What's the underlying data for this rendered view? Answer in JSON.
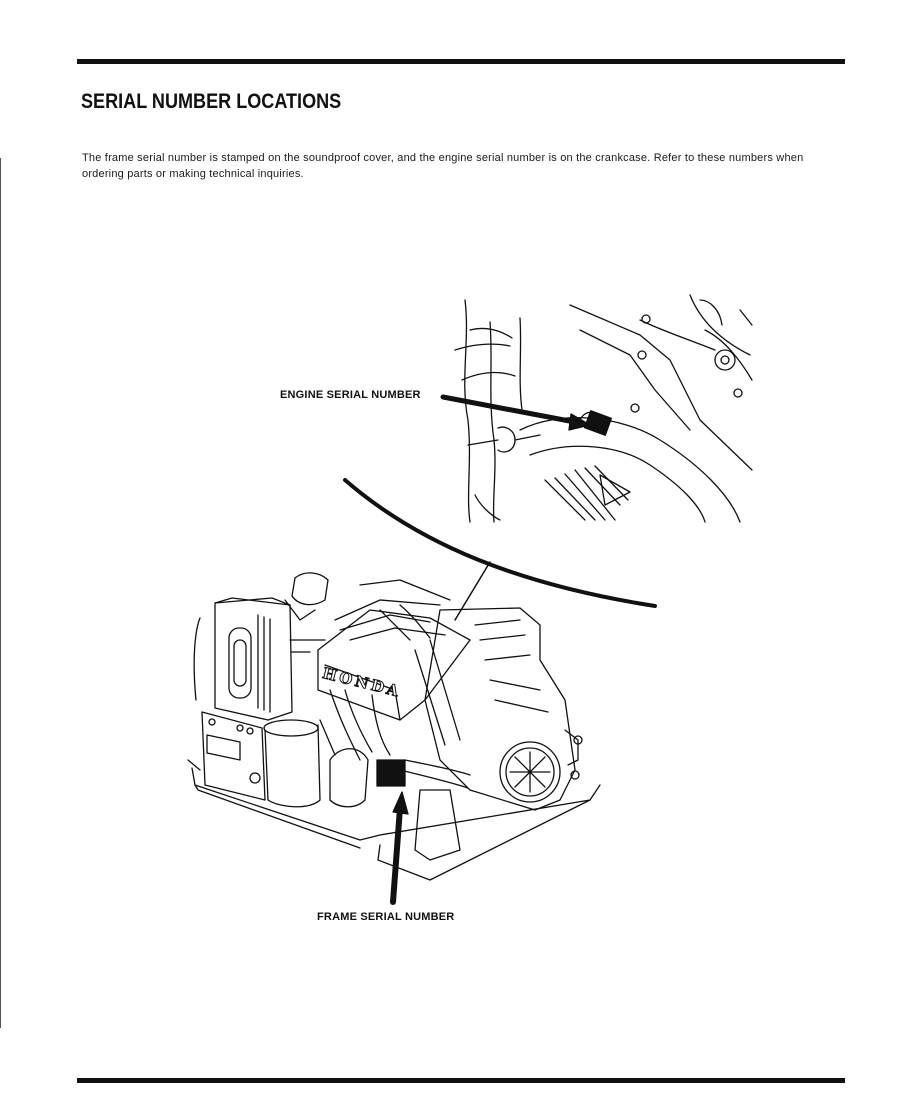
{
  "page": {
    "title": "SERIAL NUMBER LOCATIONS",
    "intro": "The frame serial number is stamped on the soundproof cover, and the engine serial number is on the crankcase. Refer to these numbers when ordering parts or making technical inquiries."
  },
  "figure": {
    "engine_label": "ENGINE SERIAL NUMBER",
    "frame_label": "FRAME SERIAL NUMBER",
    "brand_mark": "HONDA"
  }
}
